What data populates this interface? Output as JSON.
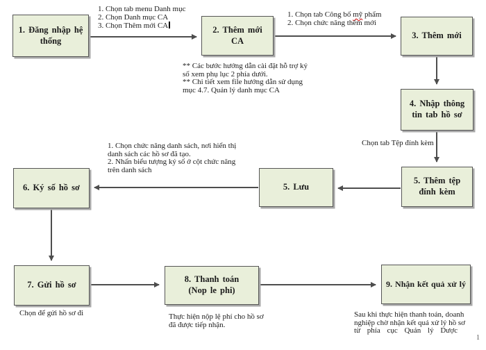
{
  "colors": {
    "box_fill": "#e9efda",
    "box_border": "#555555",
    "box_shadow": "#a8a8a8",
    "arrow": "#4d4d4d",
    "text": "#1b1b1b",
    "spellcheck": "#d00000",
    "page_mark": "#555555"
  },
  "boxes": {
    "step1": {
      "label": "1. Đăng nhập hệ thống"
    },
    "step2": {
      "label": "2. Thêm mới CA"
    },
    "step3": {
      "label": "3. Thêm mới"
    },
    "step4": {
      "label": "4. Nhập thông tin tab hồ sơ"
    },
    "step5_attach": {
      "label": "5. Thêm tệp đính kèm"
    },
    "step5_save": {
      "label": "5. Lưu"
    },
    "step6": {
      "label": "6. Ký số hồ sơ"
    },
    "step7": {
      "label": "7. Gửi hồ sơ"
    },
    "step8": {
      "label": "8. Thanh toán",
      "sublabel": "(Nop le phi)"
    },
    "step9": {
      "label": "9. Nhận kết quả xử lý"
    }
  },
  "annotations": {
    "menu_steps": {
      "line1": "1. Chọn tab menu Danh mục",
      "line2": "2. Chọn Danh mục CA",
      "line3": "3. Chọn Thêm mới CA"
    },
    "congbo_steps": {
      "line1_pre": "1. Chọn tab Công bố ",
      "line1_misspelled": "mỹ",
      "line1_post": " phẩm",
      "line2": "2. Chọn chức năng thêm mới"
    },
    "ca_note": {
      "line1": "** Các bước hướng dẫn cài đặt hỗ trợ ký",
      "line2": "số xem phụ lục 2 phía dưới.",
      "line3": "** Chi tiết xem file hướng dẫn sử dụng",
      "line4": "mục 4.7. Quản lý danh mục CA"
    },
    "attach_tab_label": "Chọn tab Tệp đính kèm",
    "sign_steps": {
      "line1": "1. Chọn chức năng danh sách, nơi hiển thị",
      "line2": "danh sách các hồ sơ đã tạo.",
      "line3": "2. Nhấn biểu tượng ký số ở cột chức năng",
      "line4": "trên danh sách"
    },
    "send_caption": "Chọn để gửi hồ sơ đi",
    "pay_caption": {
      "line1": "Thực hiện nộp lệ phí cho hồ sơ",
      "line2": "đã được tiếp nhận."
    },
    "result_caption": {
      "line1": "Sau khi thực hiện thanh toán, doanh",
      "line2": "nghiệp chờ nhận kết quả xử lý hồ sơ",
      "line3": "từ phía cục Quản lý Dược"
    },
    "page_mark": "1"
  }
}
